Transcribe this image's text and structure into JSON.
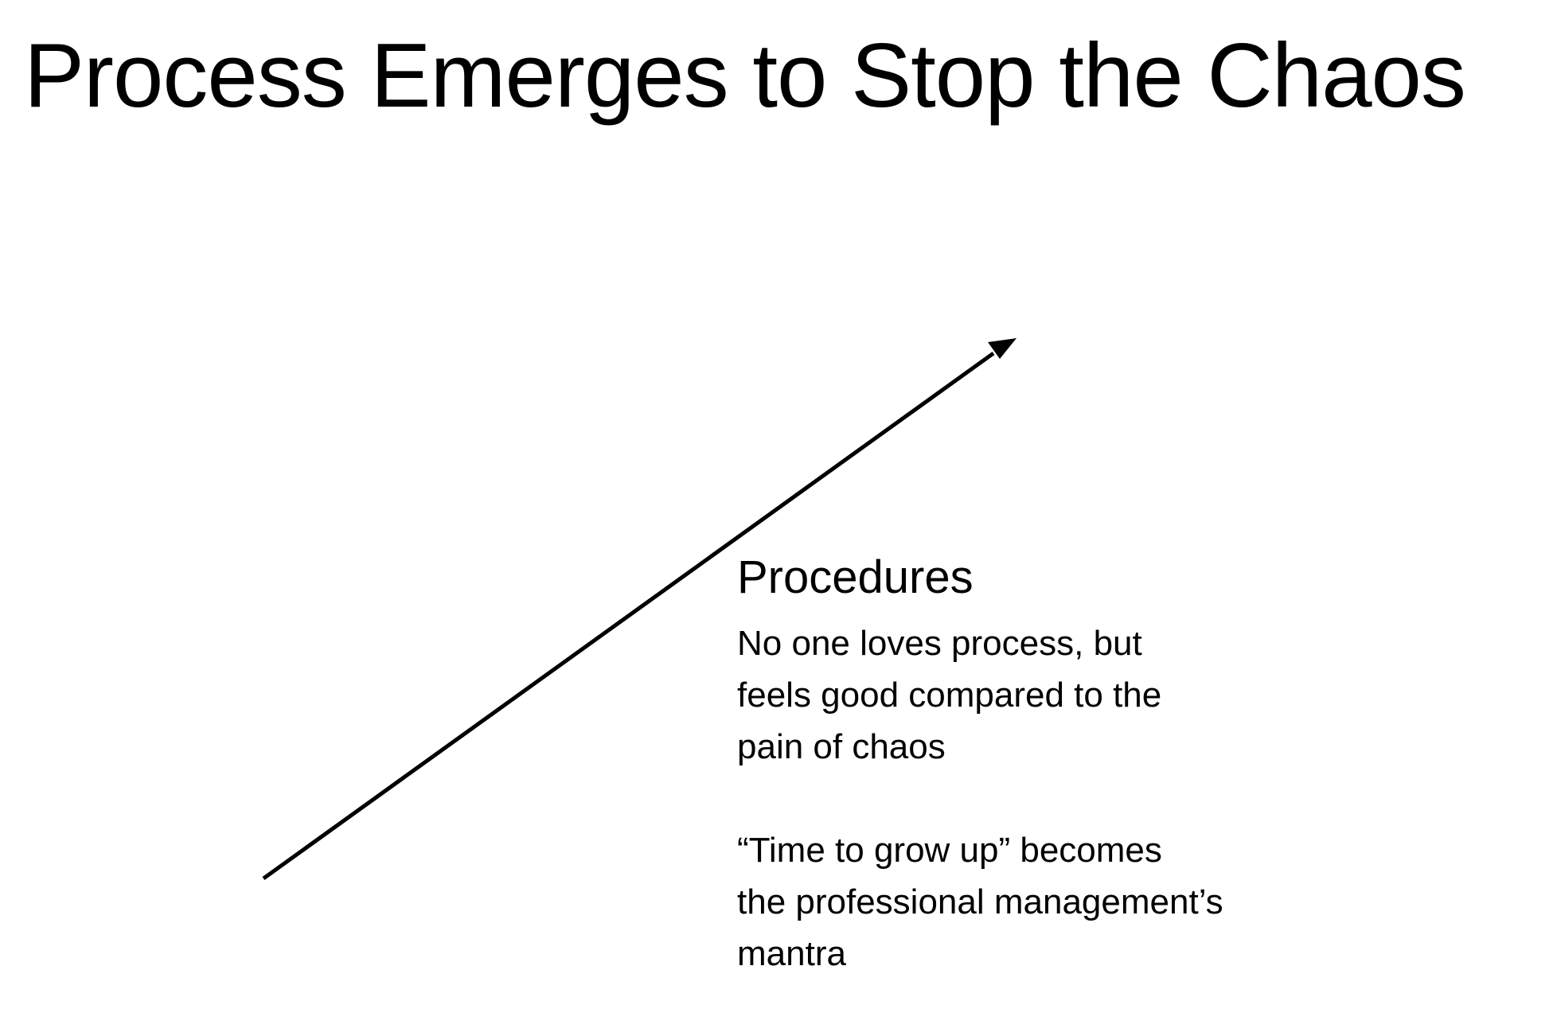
{
  "slide": {
    "title": "Process Emerges to Stop the Chaos",
    "arrow_icon": "arrow-up-right-icon",
    "stage": {
      "heading": "Procedures",
      "paragraphs": [
        "No one loves process, but\nfeels good compared to the\npain of chaos",
        "“Time to grow up” becomes\nthe professional management’s\nmantra"
      ]
    }
  }
}
